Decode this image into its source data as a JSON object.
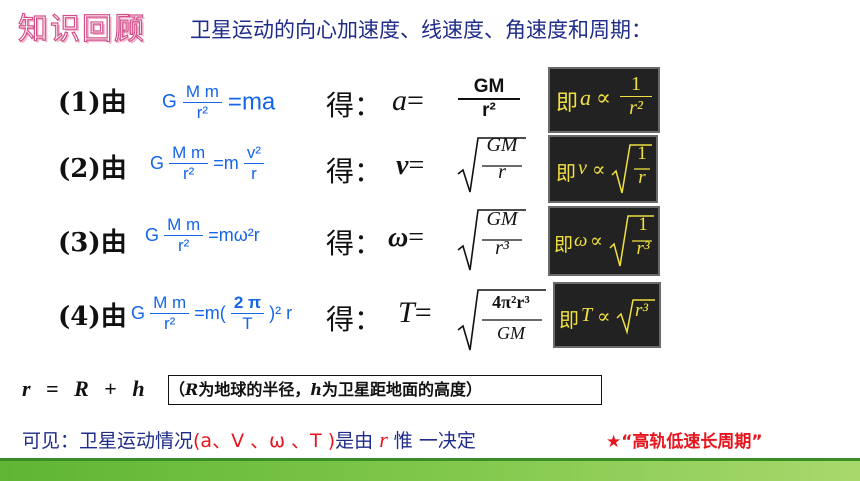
{
  "header": {
    "badge": "知识回顾",
    "title": "卫星运动的向心加速度、线速度、角速度和周期："
  },
  "rows": [
    {
      "label": "(1)由",
      "de": "得：",
      "result_var": "a",
      "eq": "=",
      "box_prefix": "即",
      "box_var": "a",
      "prop": "∝"
    },
    {
      "label": "(2)由",
      "de": "得：",
      "result_var": "v",
      "eq": "=",
      "box_prefix": "即",
      "box_var": "v",
      "prop": "∝"
    },
    {
      "label": "(3)由",
      "de": "得：",
      "result_var": "ω",
      "eq": "=",
      "box_prefix": "即",
      "box_var": "ω",
      "prop": "∝"
    },
    {
      "label": "(4)由",
      "de": "得：",
      "result_var": "T",
      "eq": "=",
      "box_prefix": "即",
      "box_var": "T",
      "prop": "∝"
    }
  ],
  "formula": {
    "G": "G",
    "Mm": "M m",
    "r2": "r²",
    "eq_ma": "=ma",
    "eq_m": "=m",
    "v2": "v²",
    "r": "r",
    "eq_mw2r": "=mω²r",
    "eq_m_open": "=m(",
    "two_pi": "2 π",
    "T": "T",
    "close_sq_r": ")² r",
    "GM": "GM",
    "res_r2": "r²",
    "res_r": "r",
    "res_r3": "r³",
    "four_pi2_r3": "4π²r³",
    "one": "1",
    "r_sup2": "r²",
    "r_sup3": "r³",
    "sqrt_r3": "r³"
  },
  "relation": {
    "lhs": "r",
    "eq": "=",
    "R": "R",
    "plus": "+",
    "h": "h",
    "note_open": "（",
    "note_R": "R",
    "note_mid": "为地球的半径，",
    "note_h": "h",
    "note_end": "为卫星距地面的高度）"
  },
  "conclusion": {
    "prefix": "可见：卫星运动情况",
    "vars": "(a、V 、ω 、T )",
    "mid": "是由",
    "r": "r",
    "only": "惟 一决定",
    "star_note": "★“高轨低速长周期”"
  },
  "colors": {
    "blue": "#1565e8",
    "navy": "#1f2c8a",
    "red": "#e8141e",
    "box_text": "#f0e040"
  }
}
